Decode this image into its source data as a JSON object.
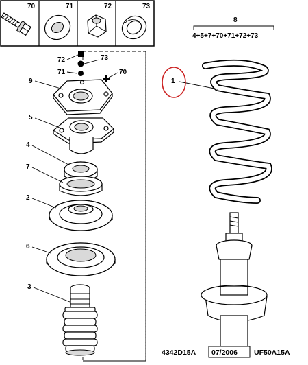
{
  "legend": {
    "boxes": [
      {
        "num": "70",
        "icon": "bolt-icon"
      },
      {
        "num": "71",
        "icon": "washer-icon"
      },
      {
        "num": "72",
        "icon": "nut-icon"
      },
      {
        "num": "73",
        "icon": "washer-icon"
      }
    ]
  },
  "kit": {
    "number": "8",
    "formula": "4+5+7+70+71+72+73"
  },
  "hardware_labels": {
    "nut": "72",
    "washer_top": "73",
    "washer_bottom": "71",
    "bolt": "70"
  },
  "callouts": [
    {
      "num": "9",
      "part": "upper-mount-plate"
    },
    {
      "num": "5",
      "part": "strut-mount"
    },
    {
      "num": "4",
      "part": "bearing"
    },
    {
      "num": "7",
      "part": "bearing-ring"
    },
    {
      "num": "2",
      "part": "upper-spring-seat"
    },
    {
      "num": "6",
      "part": "spring-insulator"
    },
    {
      "num": "3",
      "part": "bump-stop"
    },
    {
      "num": "1",
      "part": "coil-spring"
    }
  ],
  "footer": {
    "ref_code": "4342D15A",
    "date": "07/2006",
    "variant": "UF50A15A"
  },
  "colors": {
    "highlight_circle": "#cc2222",
    "ink": "#000000"
  }
}
